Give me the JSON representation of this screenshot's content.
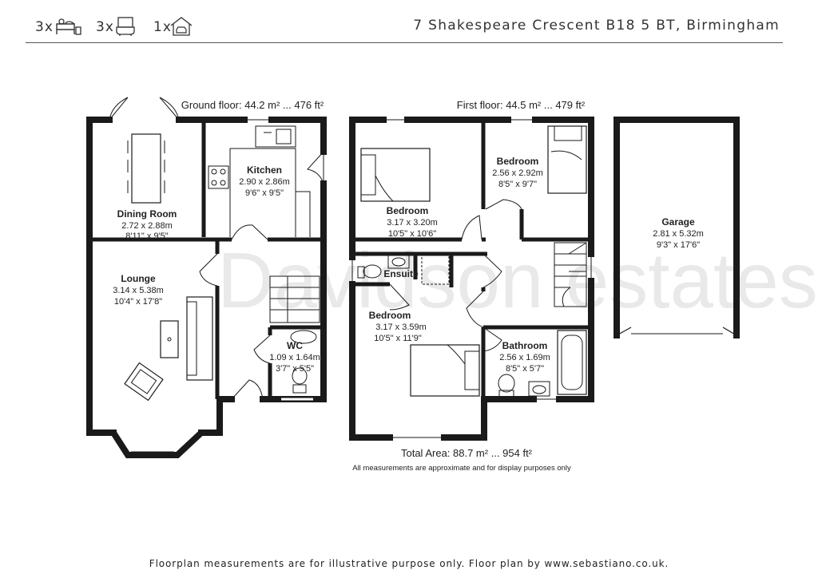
{
  "header": {
    "bedrooms_count": "3x",
    "bathrooms_count": "3x",
    "garage_count": "1x",
    "address": "7 Shakespeare Crescent B18 5 BT, Birmingham"
  },
  "floors": {
    "ground_title": "Ground floor: 44.2 m² ... 476 ft²",
    "first_title": "First floor: 44.5 m² ... 479 ft²"
  },
  "rooms": {
    "dining": {
      "name": "Dining Room",
      "metric": "2.72 x 2.88m",
      "imperial": "8'11\" x 9'5\""
    },
    "kitchen": {
      "name": "Kitchen",
      "metric": "2.90 x 2.86m",
      "imperial": "9'6\" x 9'5\""
    },
    "lounge": {
      "name": "Lounge",
      "metric": "3.14 x 5.38m",
      "imperial": "10'4\" x 17'8\""
    },
    "wc": {
      "name": "WC",
      "metric": "1.09 x 1.64m",
      "imperial": "3'7\" x 5'5\""
    },
    "bedroom1": {
      "name": "Bedroom",
      "metric": "3.17 x 3.20m",
      "imperial": "10'5\" x 10'6\""
    },
    "bedroom2": {
      "name": "Bedroom",
      "metric": "2.56 x 2.92m",
      "imperial": "8'5\" x 9'7\""
    },
    "ensuite": {
      "name": "Ensuite"
    },
    "bedroom3": {
      "name": "Bedroom",
      "metric": "3.17 x 3.59m",
      "imperial": "10'5\" x 11'9\""
    },
    "bathroom": {
      "name": "Bathroom",
      "metric": "2.56 x 1.69m",
      "imperial": "8'5\" x 5'7\""
    },
    "garage": {
      "name": "Garage",
      "metric": "2.81 x 5.32m",
      "imperial": "9'3\" x 17'6\""
    }
  },
  "total_area": "Total Area: 88.7 m² ... 954 ft²",
  "disclaimer": "All measurements are approximate and for display purposes only",
  "watermark": "Davidson estates",
  "footer": "Floorplan measurements are for illustrative purpose only. Floor plan by www.sebastiano.co.uk.",
  "icons": [
    "bed-icon",
    "bath-icon",
    "garage-icon"
  ],
  "colors": {
    "wall": "#1a1a1a",
    "fixture": "#333333",
    "watermark": "#e9e9e9"
  }
}
